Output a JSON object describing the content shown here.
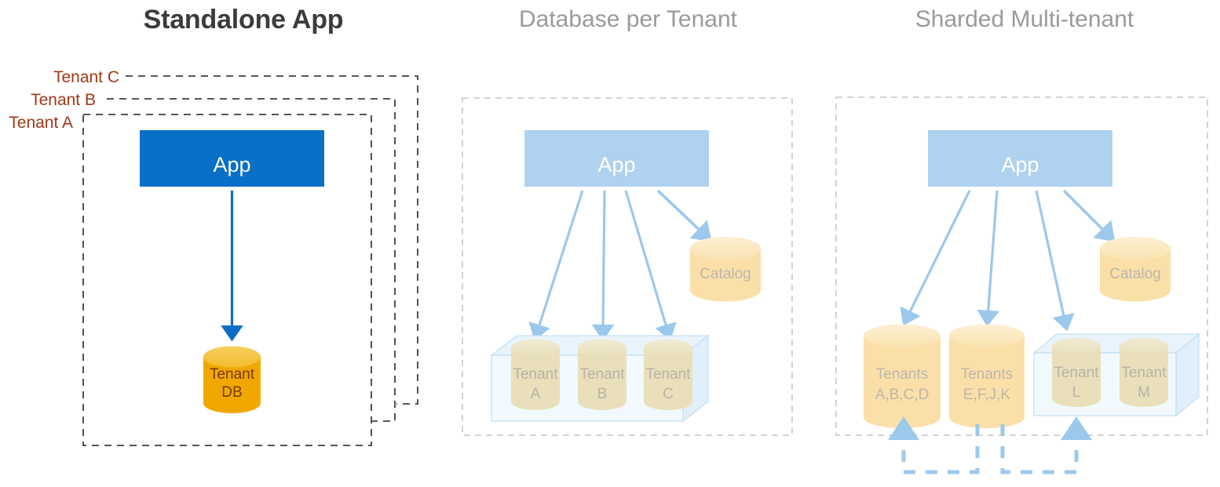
{
  "diagram": {
    "title_bar": [
      {
        "id": "standalone",
        "label": "Standalone App",
        "style": "strong"
      },
      {
        "id": "db-per-tenant",
        "label": "Database per Tenant",
        "style": "dim"
      },
      {
        "id": "sharded",
        "label": "Sharded Multi-tenant",
        "style": "dim"
      }
    ],
    "colors": {
      "app_strong": "#0870C8",
      "app_dim": "#AED2EF",
      "db_strong_body": "#F0A800",
      "db_strong_top": "#F5C544",
      "db_dim_body": "#FAE0A8",
      "db_dim_top": "#FCEBC8",
      "db_faded_body": "#E9E0BB",
      "db_faded_top": "#EFE8CB",
      "arrow_strong": "#0C6EC4",
      "arrow_dim": "#9CC8EC",
      "frame_dash_dark": "#3f3f3f",
      "frame_dash_light": "#c6c6c6",
      "tenant_label": "#A03916",
      "box3d_fill": "#EDF5FC",
      "box3d_stroke": "#BBDDF2"
    },
    "panels": {
      "standalone": {
        "tenant_frames": [
          {
            "label": "Tenant C"
          },
          {
            "label": "Tenant B"
          },
          {
            "label": "Tenant A"
          }
        ],
        "app_label": "App",
        "database_label_line1": "Tenant",
        "database_label_line2": "DB"
      },
      "db_per_tenant": {
        "app_label": "App",
        "catalog_label": "Catalog",
        "tenant_databases": [
          {
            "line1": "Tenant",
            "line2": "A"
          },
          {
            "line1": "Tenant",
            "line2": "B"
          },
          {
            "line1": "Tenant",
            "line2": "C"
          }
        ]
      },
      "sharded": {
        "app_label": "App",
        "catalog_label": "Catalog",
        "shards": [
          {
            "line1": "Tenants",
            "line2": "A,B,C,D",
            "inside_box": false
          },
          {
            "line1": "Tenants",
            "line2": "E,F,J,K",
            "inside_box": false
          },
          {
            "line1": "Tenant",
            "line2": "L",
            "inside_box": true
          },
          {
            "line1": "Tenant",
            "line2": "M",
            "inside_box": true
          }
        ]
      }
    }
  }
}
